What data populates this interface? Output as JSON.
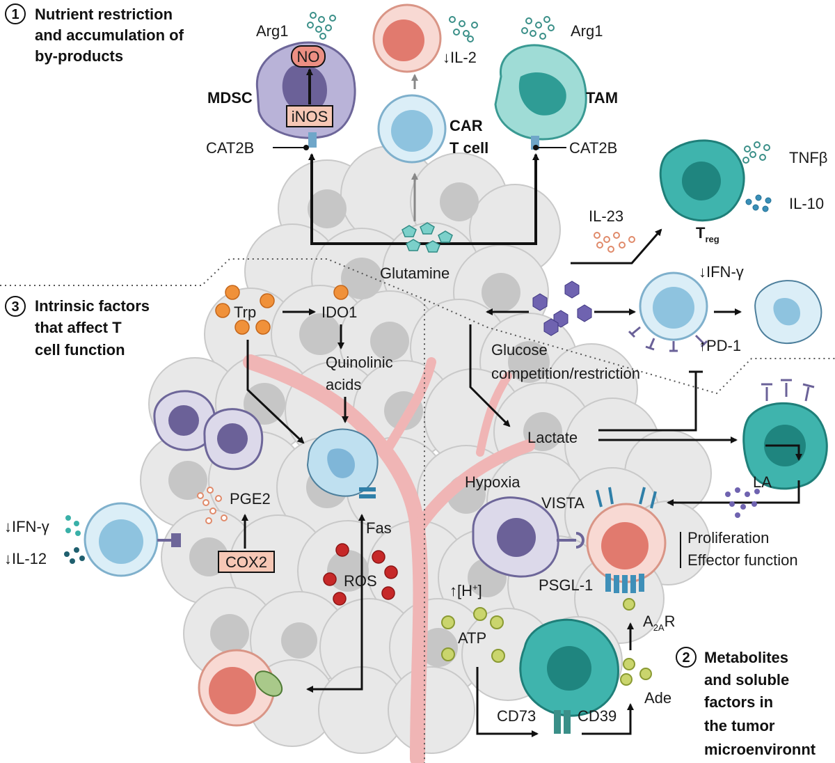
{
  "sections": {
    "s1": {
      "number": "1",
      "lines": [
        "Nutrient restriction",
        "and accumulation of",
        "by-products"
      ]
    },
    "s2": {
      "number": "2",
      "lines": [
        "Metabolites",
        "and soluble",
        "factors in",
        "the tumor",
        "microenvironnt"
      ]
    },
    "s3": {
      "number": "3",
      "lines": [
        "Intrinsic factors",
        "that affect  T",
        "cell function"
      ]
    }
  },
  "labels": {
    "arg1_left": "Arg1",
    "no": "NO",
    "inos": "iNOS",
    "mdsc": "MDSC",
    "cat2b_left": "CAT2B",
    "il2": "↓IL-2",
    "car_line1": "CAR",
    "car_line2": "T cell",
    "arg1_right": "Arg1",
    "tam": "TAM",
    "cat2b_right": "CAT2B",
    "tnfb": "TNFβ",
    "il10": "IL-10",
    "il23": "IL-23",
    "treg_main": "T",
    "treg_sub": "reg",
    "glutamine": "Glutamine",
    "ifng_top": "↓IFN-γ",
    "pd1": "↑PD-1",
    "glucose_line1": "Glucose",
    "glucose_line2": "competition/restriction",
    "trp": "Trp",
    "ido1": "IDO1",
    "quin_line1": "Quinolinic",
    "quin_line2": "acids",
    "lactate": "Lactate",
    "la": "LA",
    "hypoxia": "Hypoxia",
    "vista": "VISTA",
    "proliferation": "Proliferation",
    "effector": "Effector function",
    "pge2": "PGE2",
    "cox2": "COX2",
    "ifng_left": "↓IFN-γ",
    "il12": "↓IL-12",
    "fas": "Fas",
    "ros": "ROS",
    "h_main": "↑[H",
    "h_sup": "+",
    "h_end": "]",
    "psgl1": "PSGL-1",
    "a2ar_main": "A",
    "a2ar_sub": "2A",
    "a2ar_end": "R",
    "atp": "ATP",
    "ade": "Ade",
    "cd73": "CD73",
    "cd39": "CD39"
  },
  "colors": {
    "tumor_fill": "#e6e6e6",
    "tumor_nucleus": "#c4c4c4",
    "vessel": "#f2b8b8",
    "mdsc": "#b9b3d8",
    "tcell": "#a9d3e8",
    "tam": "#7fcfc9",
    "treg": "#3fb4ad",
    "salmon_cell": "#f2a79a",
    "orange_dot": "#f0913a",
    "purple_hex": "#6f63b0",
    "red_ros": "#d32f2f",
    "atp_green": "#c7d46a",
    "teal_dot": "#3aa8a0"
  }
}
